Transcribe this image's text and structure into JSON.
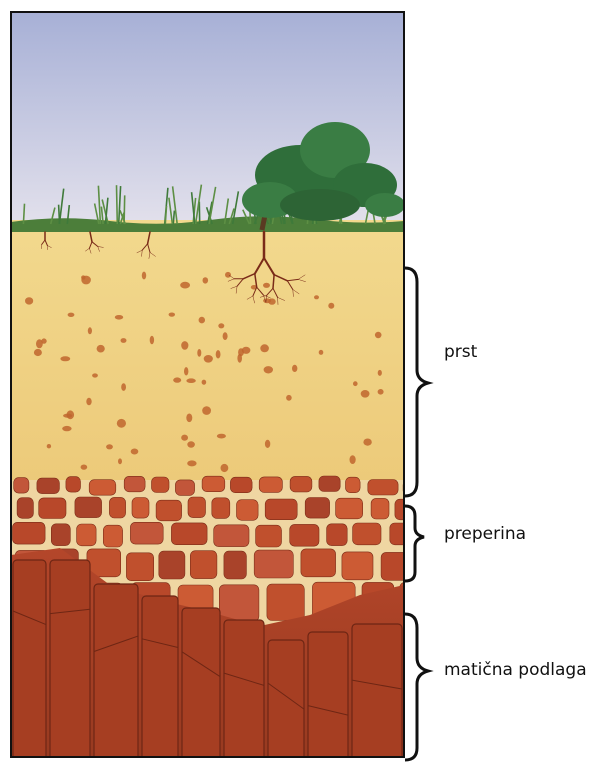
{
  "layers": [
    {
      "id": "prst",
      "label": "prst"
    },
    {
      "id": "preperina",
      "label": "preperina"
    },
    {
      "id": "maticna-podlaga",
      "label": "matična podlaga"
    }
  ],
  "colors": {
    "sky_top": "#aab4d8",
    "sky_bottom": "#e4e2ee",
    "grass": "#3f7a3a",
    "tree": "#2f6e3a",
    "soil": "#f0d58a",
    "soil_dark": "#e6c06a",
    "stone": "#c0502d",
    "bedrock": "#a83f22",
    "gap": "#f2dfb0",
    "root": "#7a2b18",
    "frame": "#111111"
  }
}
